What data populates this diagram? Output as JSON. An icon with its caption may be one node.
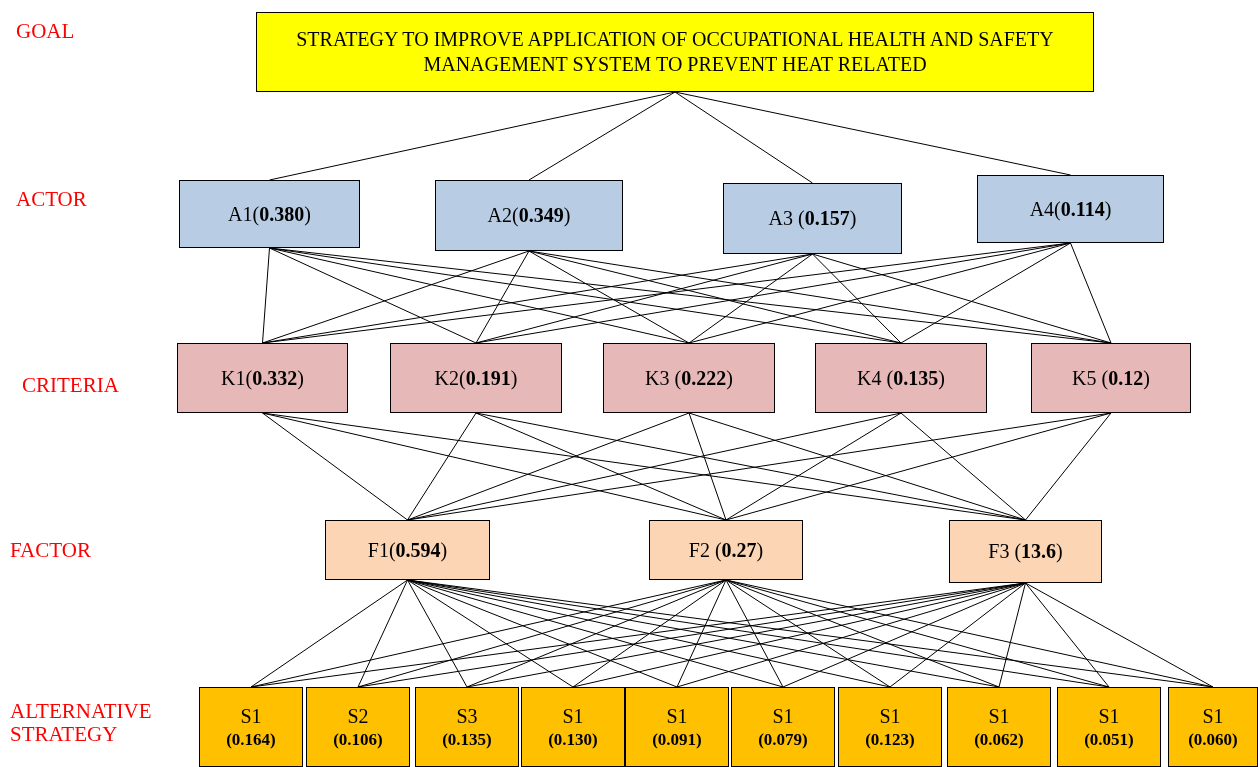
{
  "diagram": {
    "nodes": [
      {
        "text": [
          "STRATEGY TO IMPROVE APPLICATION OF OCCUPATIONAL HEALTH AND SAFETY MANAGEMENT SYSTEM TO PREVENT HEAT RELATED"
        ]
      },
      {
        "text": [
          "A1(**0.380**)"
        ]
      },
      {
        "text": [
          "A2(**0.349**)"
        ]
      },
      {
        "text": [
          "A3 (**0.157**)"
        ]
      },
      {
        "text": [
          "A4(**0.114**)"
        ]
      },
      {
        "text": [
          "K1(**0.332**)"
        ]
      },
      {
        "text": [
          "K2(**0.191**)"
        ]
      },
      {
        "text": [
          "K3 (**0.222**)"
        ]
      },
      {
        "text": [
          "K4 (**0.135**)"
        ]
      },
      {
        "text": [
          "K5 (**0.12**)"
        ]
      },
      {
        "text": [
          "F1(**0.594**)"
        ]
      },
      {
        "text": [
          "F2 (**0.27**)"
        ]
      },
      {
        "text": [
          "F3 (**13.6**)"
        ]
      },
      {
        "text": [
          "S1",
          "(0.164)"
        ]
      },
      {
        "text": [
          "S2",
          "(0.106)"
        ]
      },
      {
        "text": [
          "S3",
          "(0.135)"
        ]
      },
      {
        "text": [
          "S1",
          "(0.130)"
        ]
      },
      {
        "text": [
          "S1",
          "(0.091)"
        ]
      },
      {
        "text": [
          "S1",
          "(0.079)"
        ]
      },
      {
        "text": [
          "S1",
          "(0.123)"
        ]
      },
      {
        "text": [
          "S1",
          "(0.062)"
        ]
      },
      {
        "text": [
          "S1",
          "(0.051)"
        ]
      },
      {
        "text": [
          "S1",
          "(0.060)"
        ]
      }
    ],
    "edges": [
      {
        "from": 0,
        "to": 1,
        "arrow": "none"
      },
      {
        "from": 0,
        "to": 2,
        "arrow": "none"
      },
      {
        "from": 0,
        "to": 3,
        "arrow": "none"
      },
      {
        "from": 0,
        "to": 4,
        "arrow": "none"
      },
      {
        "from": 1,
        "to": 5,
        "arrow": "none"
      },
      {
        "from": 1,
        "to": 6,
        "arrow": "none"
      },
      {
        "from": 1,
        "to": 7,
        "arrow": "none"
      },
      {
        "from": 1,
        "to": 8,
        "arrow": "none"
      },
      {
        "from": 1,
        "to": 9,
        "arrow": "none"
      },
      {
        "from": 2,
        "to": 5,
        "arrow": "none"
      },
      {
        "from": 2,
        "to": 6,
        "arrow": "none"
      },
      {
        "from": 2,
        "to": 7,
        "arrow": "none"
      },
      {
        "from": 2,
        "to": 8,
        "arrow": "none"
      },
      {
        "from": 2,
        "to": 9,
        "arrow": "none"
      },
      {
        "from": 3,
        "to": 5,
        "arrow": "none"
      },
      {
        "from": 3,
        "to": 6,
        "arrow": "none"
      },
      {
        "from": 3,
        "to": 7,
        "arrow": "none"
      },
      {
        "from": 3,
        "to": 8,
        "arrow": "none"
      },
      {
        "from": 3,
        "to": 9,
        "arrow": "none"
      },
      {
        "from": 4,
        "to": 5,
        "arrow": "none"
      },
      {
        "from": 4,
        "to": 6,
        "arrow": "none"
      },
      {
        "from": 4,
        "to": 7,
        "arrow": "none"
      },
      {
        "from": 4,
        "to": 8,
        "arrow": "none"
      },
      {
        "from": 4,
        "to": 9,
        "arrow": "none"
      },
      {
        "from": 5,
        "to": 10,
        "arrow": "none"
      },
      {
        "from": 5,
        "to": 11,
        "arrow": "none"
      },
      {
        "from": 5,
        "to": 12,
        "arrow": "none"
      },
      {
        "from": 6,
        "to": 10,
        "arrow": "none"
      },
      {
        "from": 6,
        "to": 11,
        "arrow": "none"
      },
      {
        "from": 6,
        "to": 12,
        "arrow": "none"
      },
      {
        "from": 7,
        "to": 10,
        "arrow": "none"
      },
      {
        "from": 7,
        "to": 11,
        "arrow": "none"
      },
      {
        "from": 7,
        "to": 12,
        "arrow": "none"
      },
      {
        "from": 8,
        "to": 10,
        "arrow": "none"
      },
      {
        "from": 8,
        "to": 11,
        "arrow": "none"
      },
      {
        "from": 8,
        "to": 12,
        "arrow": "none"
      },
      {
        "from": 9,
        "to": 10,
        "arrow": "none"
      },
      {
        "from": 9,
        "to": 11,
        "arrow": "none"
      },
      {
        "from": 9,
        "to": 12,
        "arrow": "none"
      },
      {
        "from": 10,
        "to": 13,
        "arrow": "none"
      },
      {
        "from": 10,
        "to": 14,
        "arrow": "none"
      },
      {
        "from": 10,
        "to": 15,
        "arrow": "none"
      },
      {
        "from": 10,
        "to": 16,
        "arrow": "none"
      },
      {
        "from": 10,
        "to": 17,
        "arrow": "none"
      },
      {
        "from": 10,
        "to": 18,
        "arrow": "none"
      },
      {
        "from": 10,
        "to": 19,
        "arrow": "none"
      },
      {
        "from": 10,
        "to": 20,
        "arrow": "none"
      },
      {
        "from": 10,
        "to": 21,
        "arrow": "none"
      },
      {
        "from": 10,
        "to": 22,
        "arrow": "none"
      },
      {
        "from": 11,
        "to": 13,
        "arrow": "none"
      },
      {
        "from": 11,
        "to": 14,
        "arrow": "none"
      },
      {
        "from": 11,
        "to": 15,
        "arrow": "none"
      },
      {
        "from": 11,
        "to": 16,
        "arrow": "none"
      },
      {
        "from": 11,
        "to": 17,
        "arrow": "none"
      },
      {
        "from": 11,
        "to": 18,
        "arrow": "none"
      },
      {
        "from": 11,
        "to": 19,
        "arrow": "none"
      },
      {
        "from": 11,
        "to": 20,
        "arrow": "none"
      },
      {
        "from": 11,
        "to": 21,
        "arrow": "none"
      },
      {
        "from": 11,
        "to": 22,
        "arrow": "none"
      },
      {
        "from": 12,
        "to": 13,
        "arrow": "none"
      },
      {
        "from": 12,
        "to": 14,
        "arrow": "none"
      },
      {
        "from": 12,
        "to": 15,
        "arrow": "none"
      },
      {
        "from": 12,
        "to": 16,
        "arrow": "none"
      },
      {
        "from": 12,
        "to": 17,
        "arrow": "none"
      },
      {
        "from": 12,
        "to": 18,
        "arrow": "none"
      },
      {
        "from": 12,
        "to": 19,
        "arrow": "none"
      },
      {
        "from": 12,
        "to": 20,
        "arrow": "none"
      },
      {
        "from": 12,
        "to": 21,
        "arrow": "none"
      },
      {
        "from": 12,
        "to": 22,
        "arrow": "none"
      }
    ],
    "labels": [
      "GOAL",
      "ACTOR",
      "CRITERIA",
      "FACTOR",
      "ALTERNATIVE STRATEGY"
    ]
  }
}
